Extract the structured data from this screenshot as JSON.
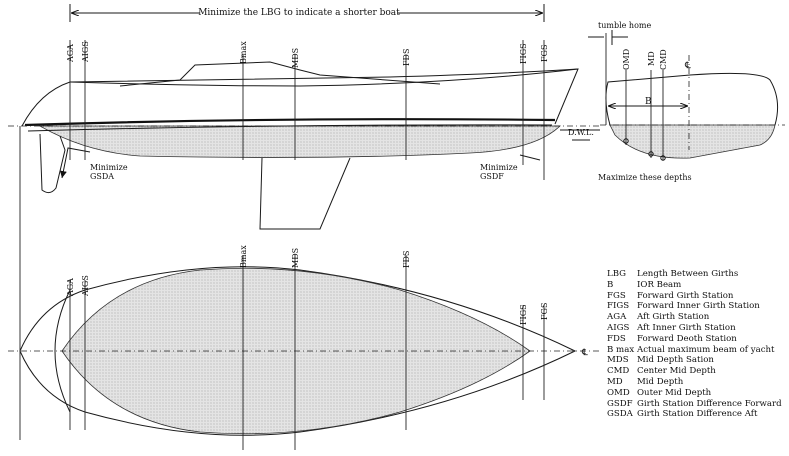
{
  "top_annotation": "Minimize the LBG to indicate a shorter boat",
  "profile_stations": [
    "AGA",
    "AIGS",
    "Bmax",
    "MDS",
    "FDS",
    "FIGS",
    "FGS"
  ],
  "plan_stations": [
    "AGA",
    "AIGS",
    "Bmax",
    "MDS",
    "FDS",
    "FIGS",
    "FGS"
  ],
  "dwl_label": "D.W.L.",
  "minimize_gsda_line1": "Minimize",
  "minimize_gsda_line2": "GSDA",
  "minimize_gsdf_line1": "Minimize",
  "minimize_gsdf_line2": "GSDF",
  "tumble_home": "tumble home",
  "section_stations": [
    "OMD",
    "MD",
    "CMD"
  ],
  "beam_label": "B",
  "maximize_depths": "Maximize these depths",
  "centerline_symbol": "℄",
  "legend": [
    {
      "abbr": "LBG",
      "desc": "Length Between Girths"
    },
    {
      "abbr": "B",
      "desc": "IOR Beam"
    },
    {
      "abbr": "FGS",
      "desc": "Forward Girth Station"
    },
    {
      "abbr": "FIGS",
      "desc": "Forward Inner Girth Station"
    },
    {
      "abbr": "AGA",
      "desc": "Aft Girth Station"
    },
    {
      "abbr": "AIGS",
      "desc": "Aft Inner Girth Station"
    },
    {
      "abbr": "FDS",
      "desc": "Forward Deoth Station"
    },
    {
      "abbr": "B max",
      "desc": "Actual maximum beam of yacht"
    },
    {
      "abbr": "MDS",
      "desc": "Mid Depth Sation"
    },
    {
      "abbr": "CMD",
      "desc": "Center Mid Depth"
    },
    {
      "abbr": "MD",
      "desc": "Mid Depth"
    },
    {
      "abbr": "OMD",
      "desc": "Outer Mid Depth"
    },
    {
      "abbr": "GSDF",
      "desc": "Girth Station Difference Forward"
    },
    {
      "abbr": "GSDA",
      "desc": "Girth Station Difference Aft"
    }
  ]
}
